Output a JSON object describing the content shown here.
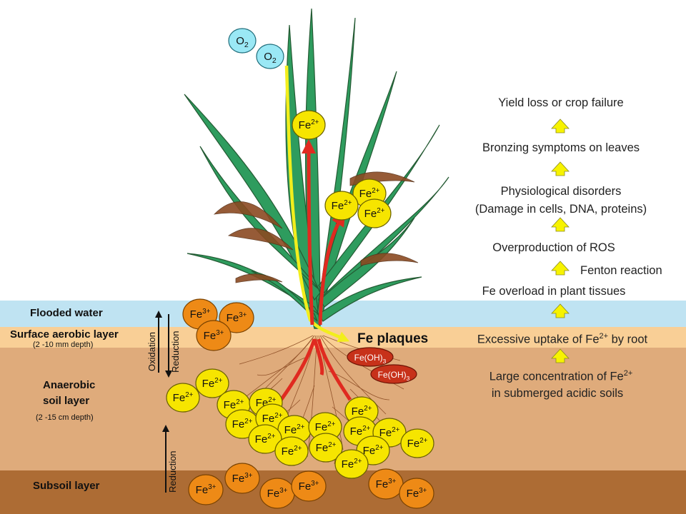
{
  "layers": [
    {
      "name": "Flooded water",
      "depth": ""
    },
    {
      "name": "Surface aerobic layer",
      "depth": "(2 -10 mm depth)"
    },
    {
      "name": "Anaerobic soil layer",
      "name_line1": "Anaerobic",
      "name_line2": "soil layer",
      "depth": "(2 -15 cm depth)"
    },
    {
      "name": "Subsoil layer",
      "depth": ""
    }
  ],
  "process_labels": {
    "oxidation": "Oxidation",
    "reduction_upper": "Reduction",
    "reduction_lower": "Reduction"
  },
  "species": {
    "oxygen": {
      "base": "O",
      "sub": "2"
    },
    "ferrous": {
      "base": "Fe",
      "sup": "2+"
    },
    "ferric": {
      "base": "Fe",
      "sup": "3+"
    },
    "iron_hydroxide": {
      "base": "Fe(OH)",
      "sub": "3"
    }
  },
  "plaques_label": "Fe plaques",
  "pathway": [
    {
      "text": "Yield loss or crop failure"
    },
    {
      "text": "Bronzing symptoms on leaves"
    },
    {
      "text": "Physiological disorders"
    },
    {
      "text": "(Damage in cells, DNA, proteins)"
    },
    {
      "text": "Overproduction  of ROS"
    },
    {
      "text": "Fenton reaction"
    },
    {
      "text": "Fe overload in plant tissues"
    },
    {
      "text": "Excessive uptake of Fe",
      "sup": "2+",
      "after": " by root"
    },
    {
      "text": "Large concentration of Fe",
      "sup": "2+"
    },
    {
      "text": "in submerged acidic soils"
    }
  ],
  "colors": {
    "flooded_water": "#bfe3f2",
    "surface_aerobic": "#f9cf96",
    "anaerobic": "#dfab7b",
    "subsoil": "#ad6c34",
    "ferrous_fill": "#f6e500",
    "ferric_fill": "#ee8a16",
    "oxygen_fill": "#9ae8f5",
    "hydroxide_fill": "#c7311a",
    "pathway_arrow": "#f7f300",
    "uptake_arrow": "#e02a20",
    "oxygen_path": "#f2ee1c"
  }
}
